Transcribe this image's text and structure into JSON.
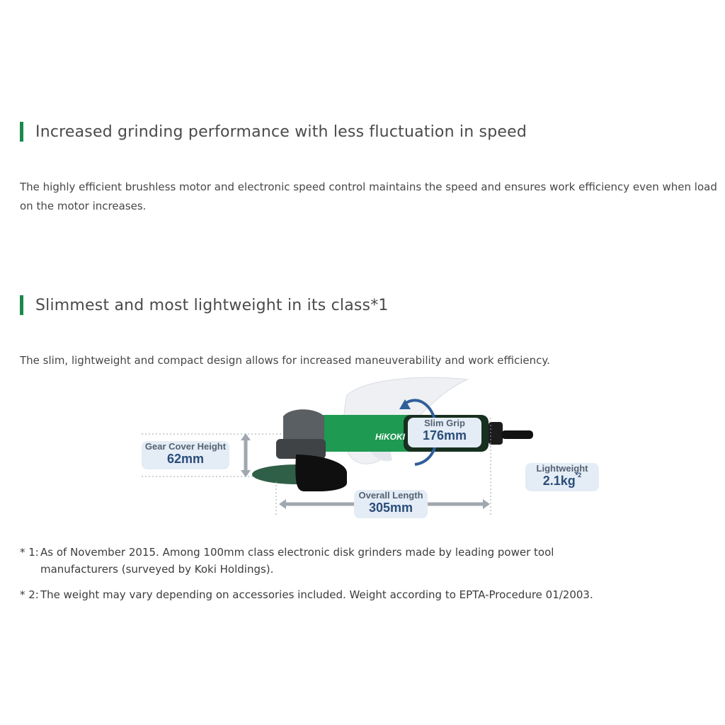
{
  "colors": {
    "accent_bar": "#1a8a4a",
    "label_bg": "#e4ecf5",
    "label_text": "#2a4d7a",
    "tool_green": "#1f9a52"
  },
  "section1": {
    "heading": "Increased grinding performance with less fluctuation in speed",
    "body": "The highly efficient brushless motor and electronic speed control maintains the speed and ensures work efficiency even when load on the motor increases."
  },
  "section2": {
    "heading": "Slimmest and most lightweight in its class*1",
    "body": "The slim, lightweight and compact design allows for increased maneuverability and work efficiency."
  },
  "diagram": {
    "brand": "HiKOKI",
    "gear_cover": {
      "title": "Gear Cover Height",
      "value": "62mm"
    },
    "slim_grip": {
      "title": "Slim Grip",
      "value": "176mm"
    },
    "overall_length": {
      "title": "Overall Length",
      "value": "305mm"
    },
    "lightweight": {
      "title": "Lightweight",
      "value": "2.1kg",
      "note": "*2"
    }
  },
  "footnotes": [
    {
      "mark": "* 1:",
      "text": "As of November 2015. Among 100mm class electronic disk grinders made by leading power tool manufacturers (surveyed by Koki Holdings)."
    },
    {
      "mark": "* 2:",
      "text": "The weight may vary depending on accessories included. Weight according to EPTA-Procedure 01/2003."
    }
  ]
}
